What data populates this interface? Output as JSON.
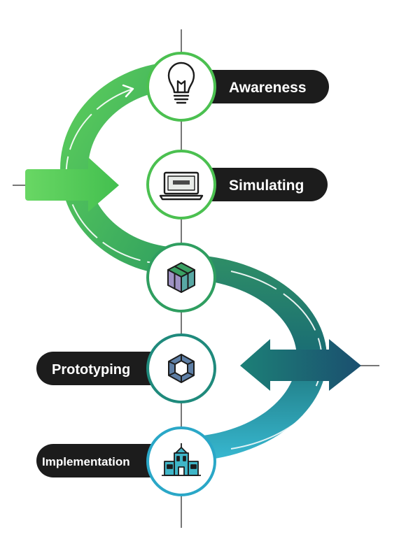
{
  "stages": [
    {
      "id": "awareness",
      "label": "Awareness",
      "icon": "lightbulb-icon"
    },
    {
      "id": "simulating",
      "label": "Simulating",
      "icon": "laptop-icon"
    },
    {
      "id": "cube",
      "label": "",
      "icon": "cube-icon"
    },
    {
      "id": "prototyping",
      "label": "Prototyping",
      "icon": "hexagon-ring-icon"
    },
    {
      "id": "implementation",
      "label": "Implementation",
      "icon": "building-icon"
    }
  ],
  "colors": {
    "green_light": "#5fd15a",
    "green_mid": "#3cb54a",
    "green_dark": "#2f9e60",
    "teal": "#1d7f78",
    "navy": "#1b4f6f",
    "cyan": "#38b9d2",
    "pill_bg": "#1c1c1c",
    "line": "#4a4a4a",
    "text_on_pill": "#ffffff"
  }
}
